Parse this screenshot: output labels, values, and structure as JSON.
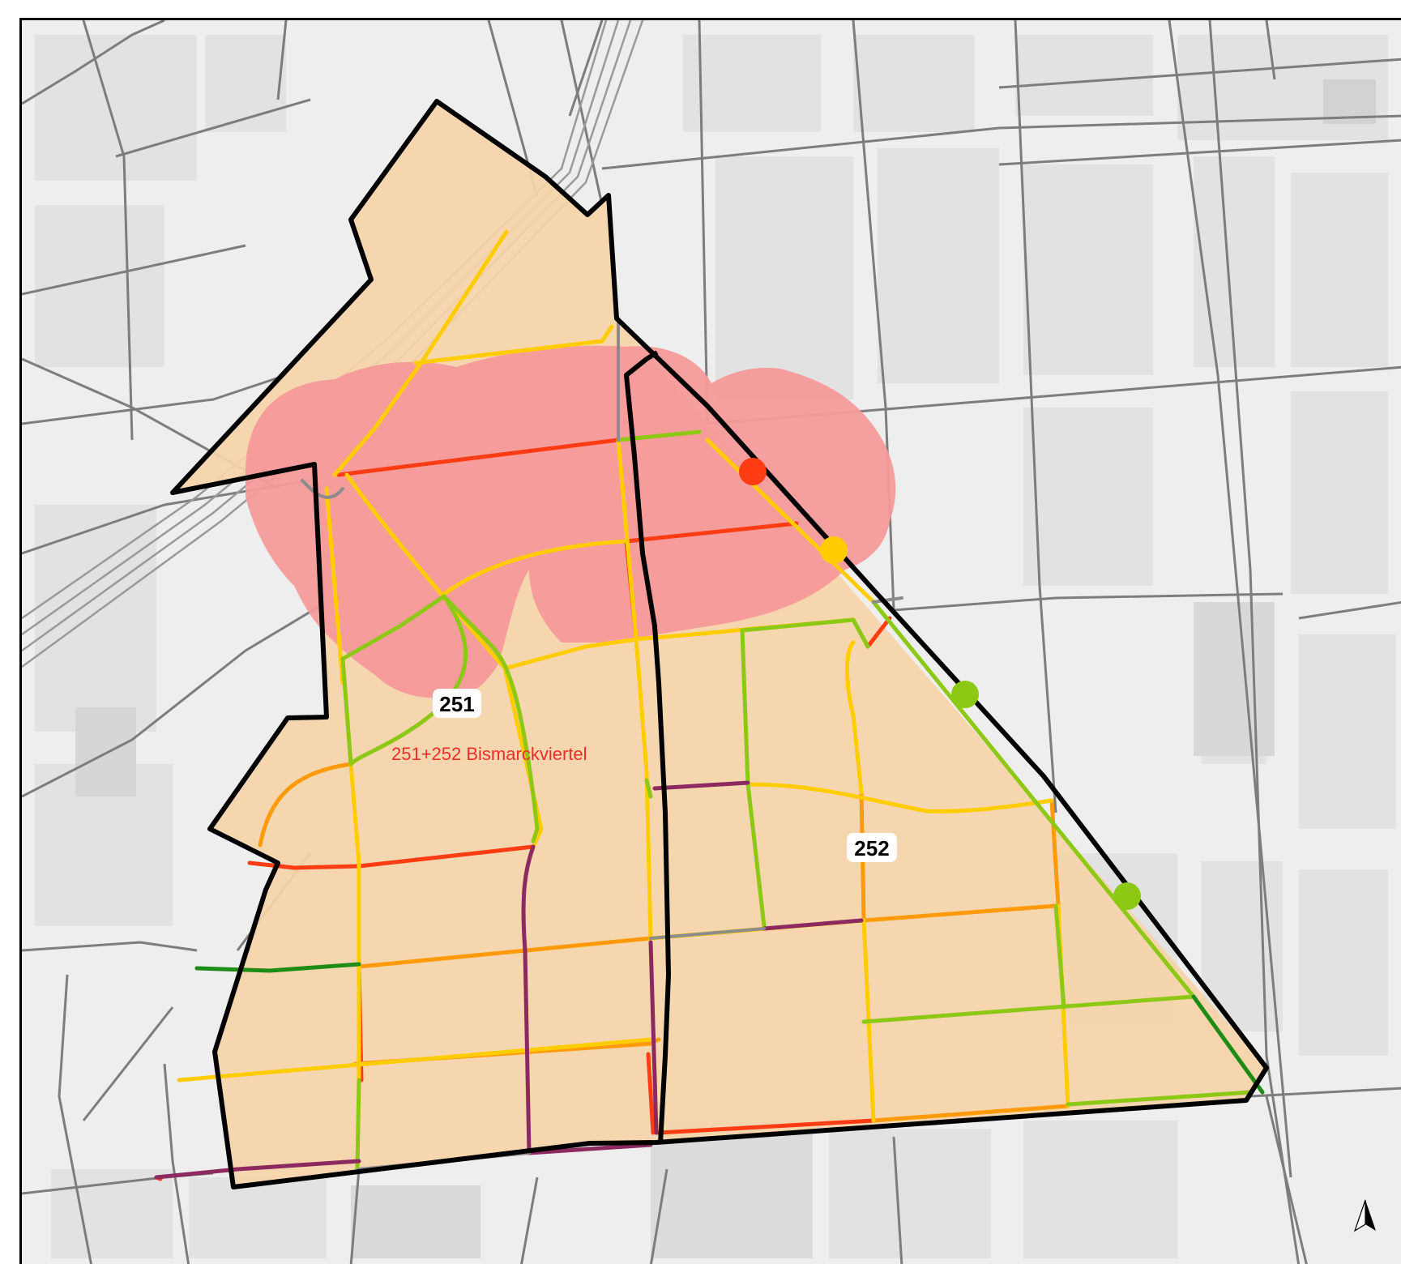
{
  "map": {
    "zones": [
      {
        "id": "251",
        "label": "251"
      },
      {
        "id": "252",
        "label": "252"
      }
    ],
    "area_name": "251+252 Bismarckviertel",
    "north_arrow_icon": "north-arrow-icon",
    "colors": {
      "base_background": "#eeeeee",
      "base_block": "#e2e2e2",
      "base_street": "#7d7d7d",
      "zone_fill": "#f6d4a8",
      "hotspot_fill": "#f69a9a",
      "boundary": "#000000",
      "street_red": "#ff3c14",
      "street_orange": "#ff9a0a",
      "street_yellow": "#ffcc00",
      "street_lightgreen": "#8cc814",
      "street_darkgreen": "#1e8c14",
      "street_purple": "#8c2a60",
      "street_grey": "#8c8c8c"
    },
    "legend_semantics": {
      "street_categories": [
        "red",
        "orange",
        "yellow",
        "light-green",
        "dark-green",
        "purple",
        "grey"
      ],
      "point_markers": [
        "red",
        "yellow",
        "light-green",
        "light-green"
      ]
    }
  }
}
